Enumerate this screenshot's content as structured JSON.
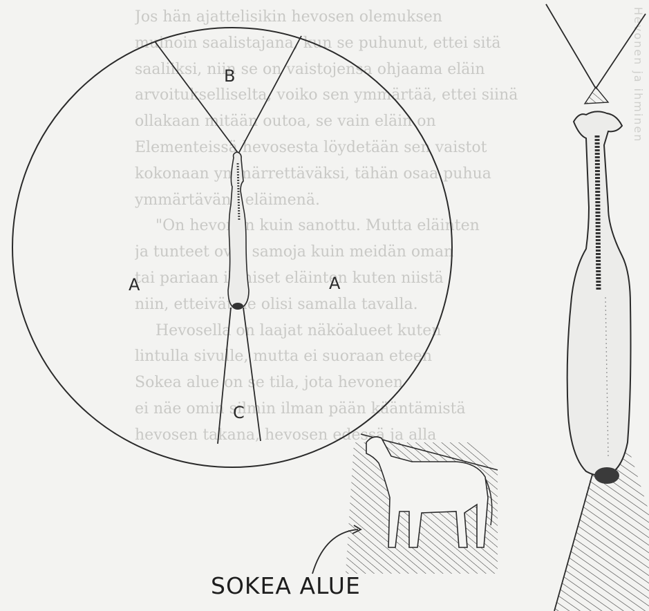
{
  "background_text": [
    "Jos hän ajattelisikin hevosen olemuksen",
    "muinoin saalistajana, kun se puhunut, ettei sitä",
    "saaliiksi, niin se on vaistojensa ohjaama eläin",
    "arvoitukselliselta, voiko sen ymmärtää, ettei siinä",
    "ollakaan mitään outoa, se vain eläin on",
    "Elementeissä hevosesta löydetään sen vaistot",
    "kokonaan ymmärrettäväksi, tähän osaa puhua",
    "ymmärtävänä eläimenä."
  ],
  "background_text_2": [
    "\"On hevonen kuin sanottu. Mutta eläinten",
    "ja tunteet ovat samoja kuin meidän oman",
    "tai pariaan ihmiset eläinten kuten niistä",
    "niin, etteivät ne olisi samalla tavalla.",
    "Hevosella on laajat näköalueet kuten",
    "lintulla sivulle, mutta ei suoraan eteen",
    "Sokea alue on se tila, jota hevonen",
    "ei näe omin silmin ilman pään kääntämistä",
    "hevosen takana, hevosen edessä ja alla"
  ],
  "spine_text": "Hevonen ja ihminen",
  "diagram": {
    "zones": {
      "a_left": "A",
      "a_right": "A",
      "b": "B",
      "c": "C"
    },
    "caption": "SOKEA ALUE"
  },
  "colors": {
    "ink": "#2a2a2a",
    "paper": "#f3f3f1",
    "faded_text": "#c9c9c6"
  }
}
